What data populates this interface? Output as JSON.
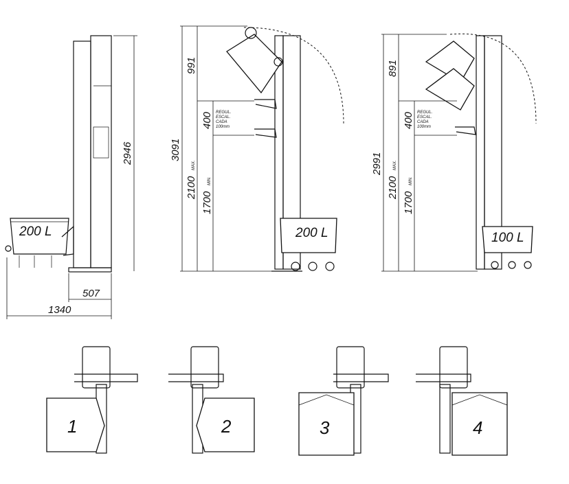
{
  "view_side": {
    "height": "2946",
    "bin": "200 L",
    "depth": "507",
    "width": "1340"
  },
  "view_200": {
    "total": "3091",
    "top": "991",
    "step": "400",
    "max": "2100",
    "max_label": "MAX.",
    "min": "1700",
    "min_label": "MIN.",
    "note": [
      "REGUL.",
      "ESCAL.",
      "CADA",
      "100mm"
    ],
    "bin": "200 L"
  },
  "view_100": {
    "total": "2991",
    "top": "891",
    "step": "400",
    "max": "2100",
    "max_label": "MAX.",
    "min": "1700",
    "min_label": "MIN.",
    "note": [
      "REGUL.",
      "ESCAL.",
      "CADA",
      "100mm"
    ],
    "bin": "100 L"
  },
  "plan_views": [
    "1",
    "2",
    "3",
    "4"
  ]
}
